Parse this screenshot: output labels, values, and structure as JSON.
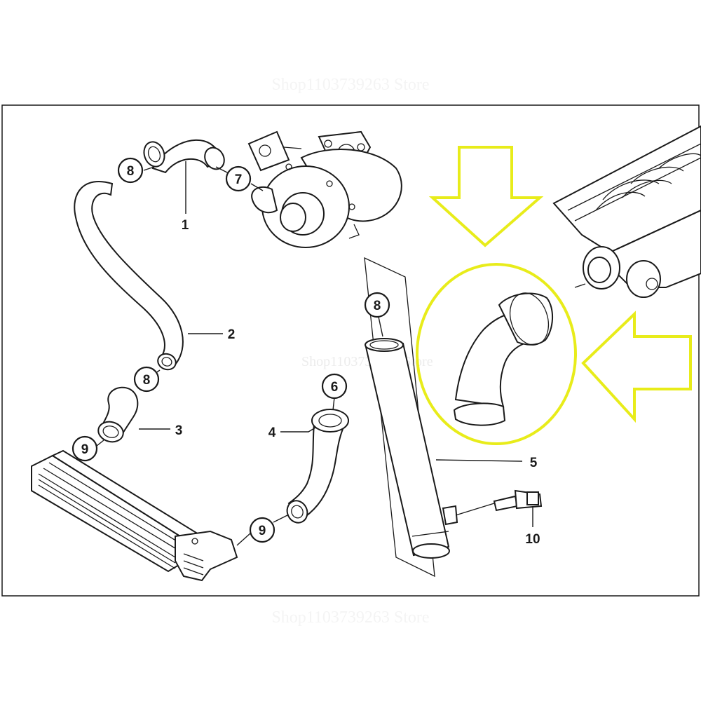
{
  "watermark": "Shop1103739263 Store",
  "callouts": {
    "c8_top": "8",
    "c7": "7",
    "c8_mid": "8",
    "c9_left": "9",
    "c8_pipe": "8",
    "c6": "6",
    "c9_bottom": "9"
  },
  "labels": {
    "l1": "1",
    "l2": "2",
    "l3": "3",
    "l4": "4",
    "l5": "5",
    "l10": "10"
  },
  "colors": {
    "highlight": "#e8ec1a",
    "line": "#1a1a1a"
  }
}
